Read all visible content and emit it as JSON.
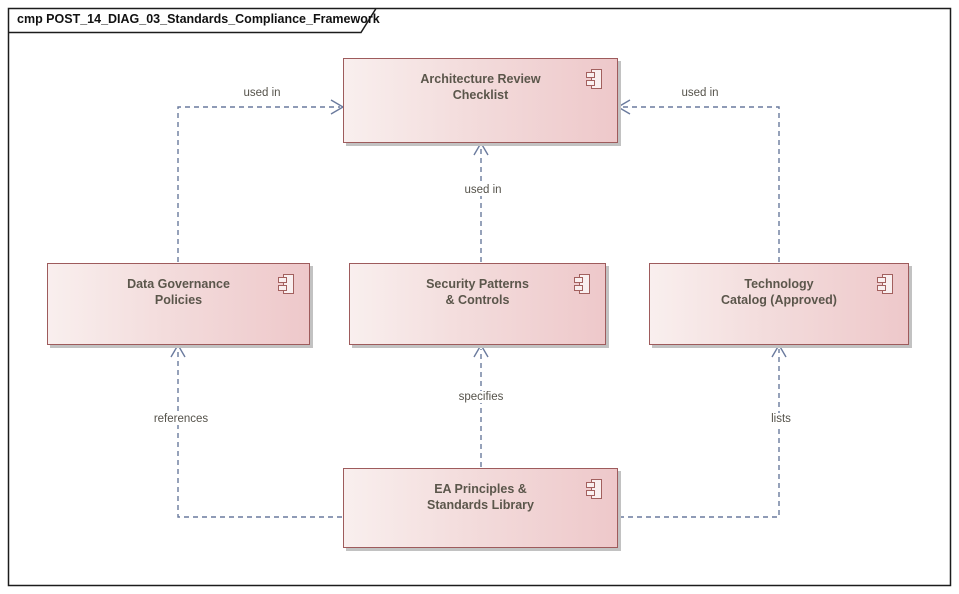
{
  "frame": {
    "label": "cmp POST_14_DIAG_03_Standards_Compliance_Framework",
    "type": "UML component diagram frame"
  },
  "components": [
    {
      "name": "Architecture Review Checklist",
      "line1": "Architecture Review",
      "line2": "Checklist"
    },
    {
      "name": "Data Governance Policies",
      "line1": "Data Governance",
      "line2": "Policies"
    },
    {
      "name": "Security Patterns & Controls",
      "line1": "Security Patterns",
      "line2": "& Controls"
    },
    {
      "name": "Technology Catalog (Approved)",
      "line1": "Technology",
      "line2": "Catalog (Approved)"
    },
    {
      "name": "EA Principles & Standards Library",
      "line1": "EA Principles &",
      "line2": "Standards Library"
    }
  ],
  "connectors": [
    {
      "label": "used in",
      "from": "Data Governance Policies",
      "to": "Architecture Review Checklist",
      "style": "dashed-open-arrow"
    },
    {
      "label": "used in",
      "from": "Technology Catalog (Approved)",
      "to": "Architecture Review Checklist",
      "style": "dashed-open-arrow"
    },
    {
      "label": "used in",
      "from": "Security Patterns & Controls",
      "to": "Architecture Review Checklist",
      "style": "dashed-open-arrow"
    },
    {
      "label": "references",
      "from": "EA Principles & Standards Library",
      "to": "Data Governance Policies",
      "style": "dashed-open-arrow"
    },
    {
      "label": "specifies",
      "from": "EA Principles & Standards Library",
      "to": "Security Patterns & Controls",
      "style": "dashed-open-arrow"
    },
    {
      "label": "lists",
      "from": "EA Principles & Standards Library",
      "to": "Technology Catalog (Approved)",
      "style": "dashed-open-arrow"
    }
  ],
  "icons": [
    {
      "name": "uml-component-icon",
      "meaning": "UML component symbol shown in top-right corner of each component box"
    }
  ],
  "colors": {
    "component_fill_left": "#f9efee",
    "component_fill_right": "#eec8ca",
    "component_border": "#9e5b5c",
    "component_text": "#5b564b",
    "connector_line": "#6a7a9d",
    "connector_label_text": "#55524a",
    "frame_border": "#1c1c1c",
    "box_shadow": "#c2c2c2",
    "background": "#ffffff"
  }
}
